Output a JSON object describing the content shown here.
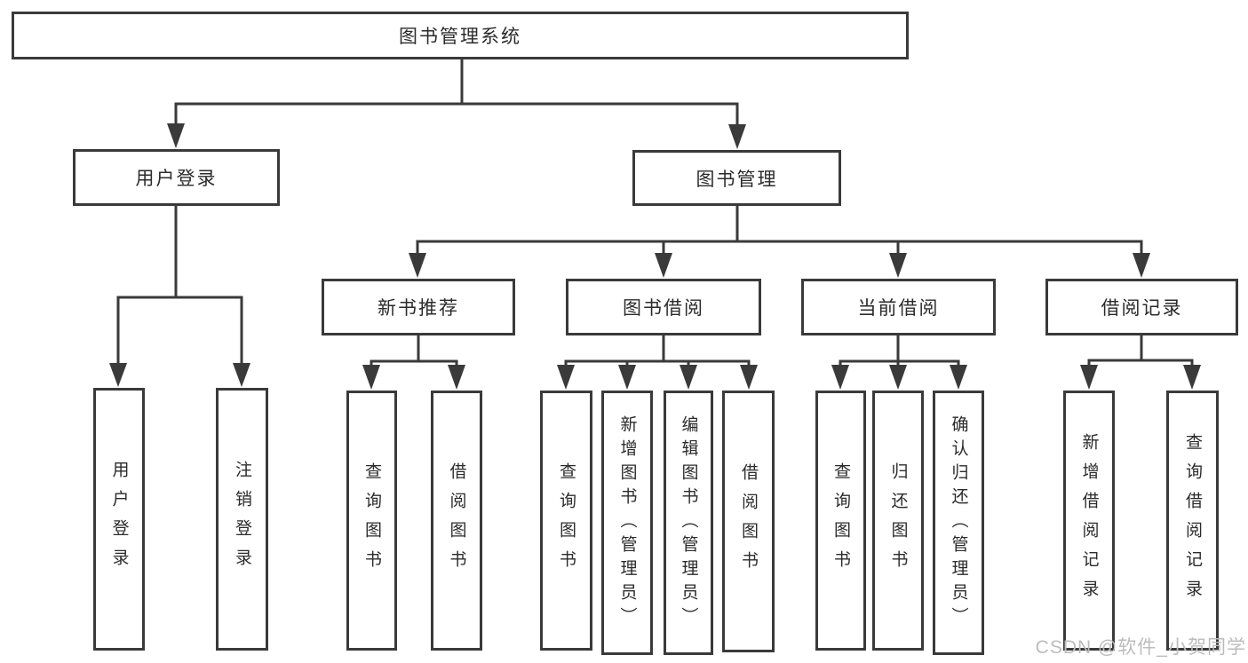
{
  "tree": {
    "root": {
      "label": "图书管理系统",
      "children": [
        {
          "label": "用户登录",
          "children": [
            {
              "label": "用户登录"
            },
            {
              "label": "注销登录"
            }
          ]
        },
        {
          "label": "图书管理",
          "children": [
            {
              "label": "新书推荐",
              "children": [
                {
                  "label": "查询图书"
                },
                {
                  "label": "借阅图书"
                }
              ]
            },
            {
              "label": "图书借阅",
              "children": [
                {
                  "label": "查询图书"
                },
                {
                  "label": "新增图书（管理员）"
                },
                {
                  "label": "编辑图书（管理员）"
                },
                {
                  "label": "借阅图书"
                }
              ]
            },
            {
              "label": "当前借阅",
              "children": [
                {
                  "label": "查询图书"
                },
                {
                  "label": "归还图书"
                },
                {
                  "label": "确认归还（管理员）"
                }
              ]
            },
            {
              "label": "借阅记录",
              "children": [
                {
                  "label": "新增借阅记录"
                },
                {
                  "label": "查询借阅记录"
                }
              ]
            }
          ]
        }
      ]
    }
  },
  "watermark": {
    "text": "CSDN @软件_小贺同学"
  },
  "colors": {
    "line": "#3a3a3a",
    "box_border": "#3a3a3a",
    "box_fill": "#ffffff",
    "text": "#2b2b2b",
    "watermark": "#bcbcbc",
    "background": "#ffffff"
  }
}
